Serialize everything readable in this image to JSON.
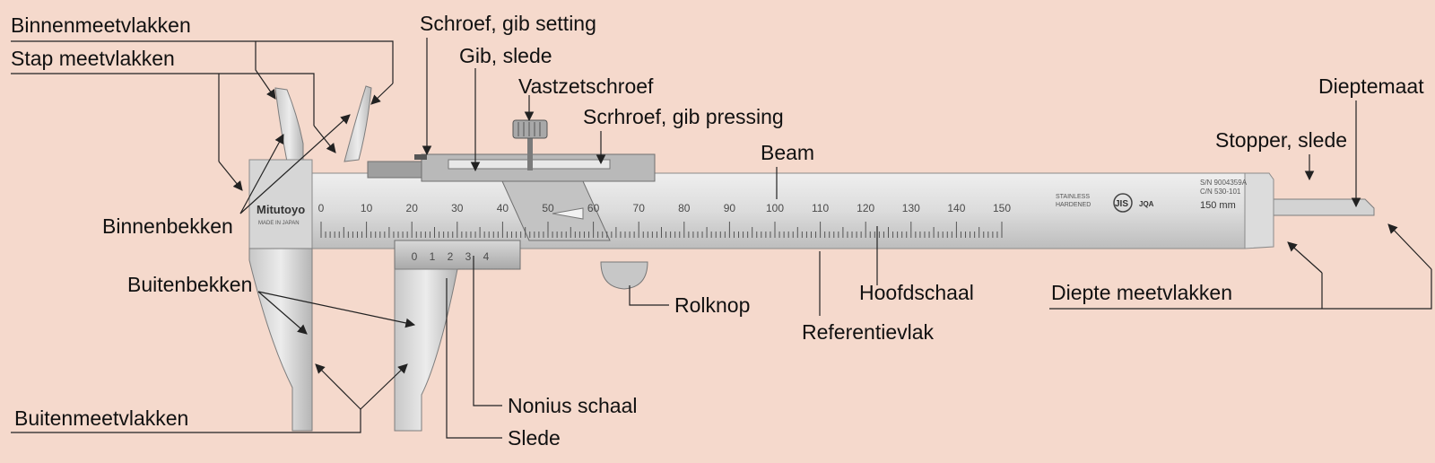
{
  "labels": {
    "binnenmeetvlakken": "Binnenmeetvlakken",
    "stap_meetvlakken": "Stap meetvlakken",
    "binnenbekken": "Binnenbekken",
    "buitenbekken": "Buitenbekken",
    "buitenmeetvlakken": "Buitenmeetvlakken",
    "schroef_gib_setting": "Schroef, gib setting",
    "gib_slede": "Gib, slede",
    "vastzetschroef": "Vastzetschroef",
    "schroef_gib_pressing": "Scrhroef, gib pressing",
    "beam": "Beam",
    "dieptemaat": "Dieptemaat",
    "stopper_slede": "Stopper, slede",
    "rolknop": "Rolknop",
    "hoofdschaal": "Hoofdschaal",
    "referentievlak": "Referentievlak",
    "diepte_meetvlakken": "Diepte meetvlakken",
    "nonius_schaal": "Nonius schaal",
    "slede": "Slede"
  },
  "instrument": {
    "brand": "Mitutoyo",
    "brand_sub": "MADE IN JAPAN",
    "main_scale_numbers": [
      "0",
      "10",
      "20",
      "30",
      "40",
      "50",
      "60",
      "70",
      "80",
      "90",
      "100",
      "110",
      "120",
      "130",
      "140",
      "150"
    ],
    "vernier_numbers": [
      "0",
      "1",
      "2",
      "3",
      "4"
    ],
    "stainless_line1": "STAINLESS",
    "stainless_line2": "HARDENED",
    "jis_mark": "JIS",
    "jqa_mark": "JQA",
    "serial_line1": "S/N 9004359A",
    "serial_line2": "C/N 530-101",
    "range": "150 mm",
    "colors": {
      "background": "#f5d9cc",
      "steel_light": "#e4e4e4",
      "steel_mid": "#c9c9c9",
      "steel_dark": "#8f8f8f",
      "label_text": "#111111"
    }
  }
}
